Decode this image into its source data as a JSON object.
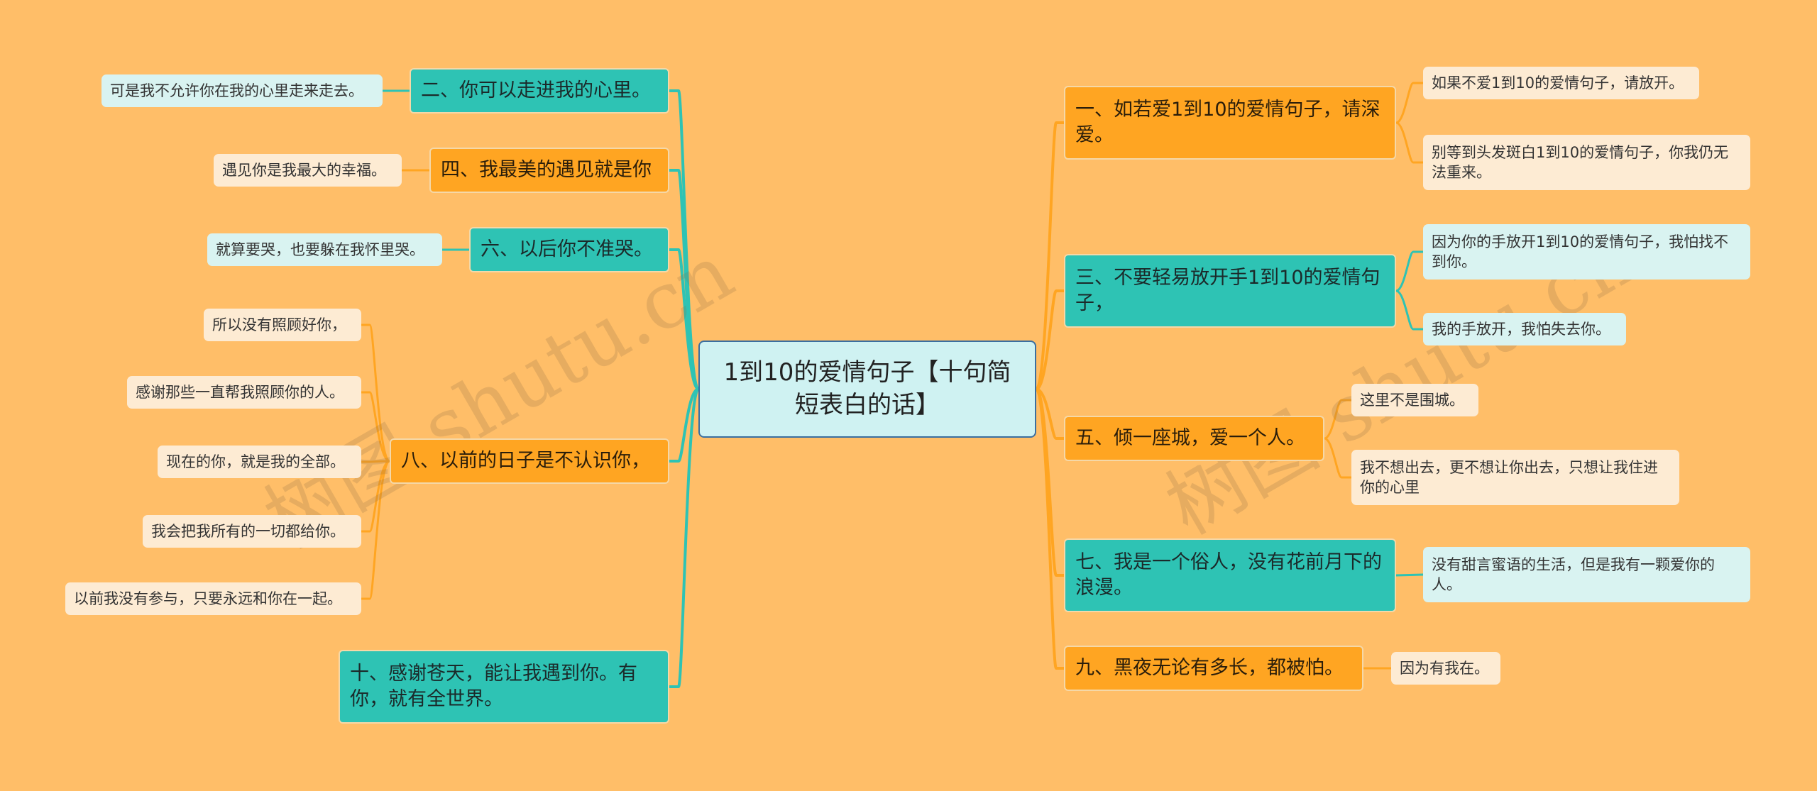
{
  "root": {
    "text": "1到10的爱情句子【十句简短表白的话】"
  },
  "colors": {
    "background": "#FFBE68",
    "teal": "#2EC3B4",
    "orange": "#FFA522",
    "root_fill": "#CFF2F2",
    "leaf_cream": "#FDEBD3",
    "leaf_mint": "#D9F3F1"
  },
  "branches": [
    {
      "text": "二、你可以走进我的心里。",
      "leaves": [
        "可是我不允许你在我的心里走来走去。"
      ]
    },
    {
      "text": "四、我最美的遇见就是你",
      "leaves": [
        "遇见你是我最大的幸福。"
      ]
    },
    {
      "text": "六、以后你不准哭。",
      "leaves": [
        "就算要哭，也要躲在我怀里哭。"
      ]
    },
    {
      "text": "八、以前的日子是不认识你，",
      "leaves": [
        "所以没有照顾好你，",
        "感谢那些一直帮我照顾你的人。",
        "现在的你，就是我的全部。",
        "我会把我所有的一切都给你。",
        "以前我没有参与，只要永远和你在一起。"
      ]
    },
    {
      "text": "十、感谢苍天，能让我遇到你。有你，就有全世界。",
      "leaves": []
    },
    {
      "text": "一、如若爱1到10的爱情句子，请深爱。",
      "leaves": [
        "如果不爱1到10的爱情句子，请放开。",
        "别等到头发斑白1到10的爱情句子，你我仍无法重来。"
      ]
    },
    {
      "text": "三、不要轻易放开手1到10的爱情句子，",
      "leaves": [
        "因为你的手放开1到10的爱情句子，我怕找不到你。",
        "我的手放开，我怕失去你。"
      ]
    },
    {
      "text": "五、倾一座城，爱一个人。",
      "leaves": [
        "这里不是围城。",
        "我不想出去，更不想让你出去，只想让我住进你的心里"
      ]
    },
    {
      "text": "七、我是一个俗人，没有花前月下的浪漫。",
      "leaves": [
        "没有甜言蜜语的生活，但是我有一颗爱你的人。"
      ]
    },
    {
      "text": "九、黑夜无论有多长，都被怕。",
      "leaves": [
        "因为有我在。"
      ]
    }
  ],
  "watermark": "树图 shutu.cn"
}
